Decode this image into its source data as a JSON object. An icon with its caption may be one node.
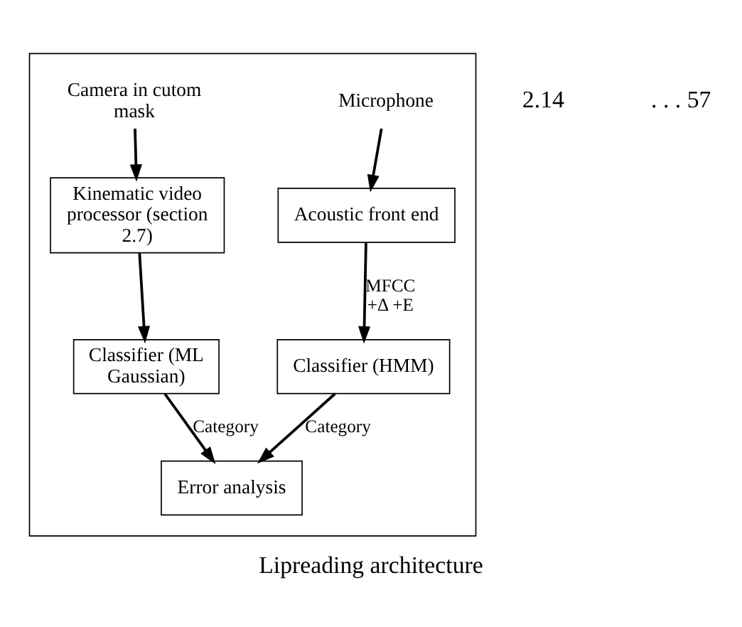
{
  "diagram": {
    "caption": "Lipreading architecture",
    "nodes": [
      {
        "text": [],
        "shape": "box"
      },
      {
        "text": [
          "Camera in cutom mask"
        ],
        "in": 0
      },
      {
        "text": [
          "Microphone"
        ],
        "in": 0
      },
      {
        "text": [
          "Kinematic video processor (section 2.7)"
        ],
        "in": 0
      },
      {
        "text": [
          "Acoustic front end"
        ],
        "in": 0
      },
      {
        "text": [
          "Classifier (ML Gaussian)"
        ],
        "in": 0
      },
      {
        "text": [
          "Classifier (HMM)"
        ],
        "in": 0
      },
      {
        "text": [
          "Error analysis"
        ],
        "in": 0
      }
    ],
    "edges": [
      {
        "from": 1,
        "to": 3,
        "arrow": "to"
      },
      {
        "from": 2,
        "to": 4,
        "arrow": "to"
      },
      {
        "from": 3,
        "to": 5,
        "arrow": "to"
      },
      {
        "from": 4,
        "to": 6,
        "arrow": "to",
        "label": "MFCC +Δ +E"
      },
      {
        "from": 5,
        "to": 7,
        "arrow": "to",
        "label": "Category"
      },
      {
        "from": 6,
        "to": 7,
        "arrow": "to",
        "label": "Category"
      }
    ],
    "labels": [
      "2.14",
      ". . . 57"
    ]
  }
}
